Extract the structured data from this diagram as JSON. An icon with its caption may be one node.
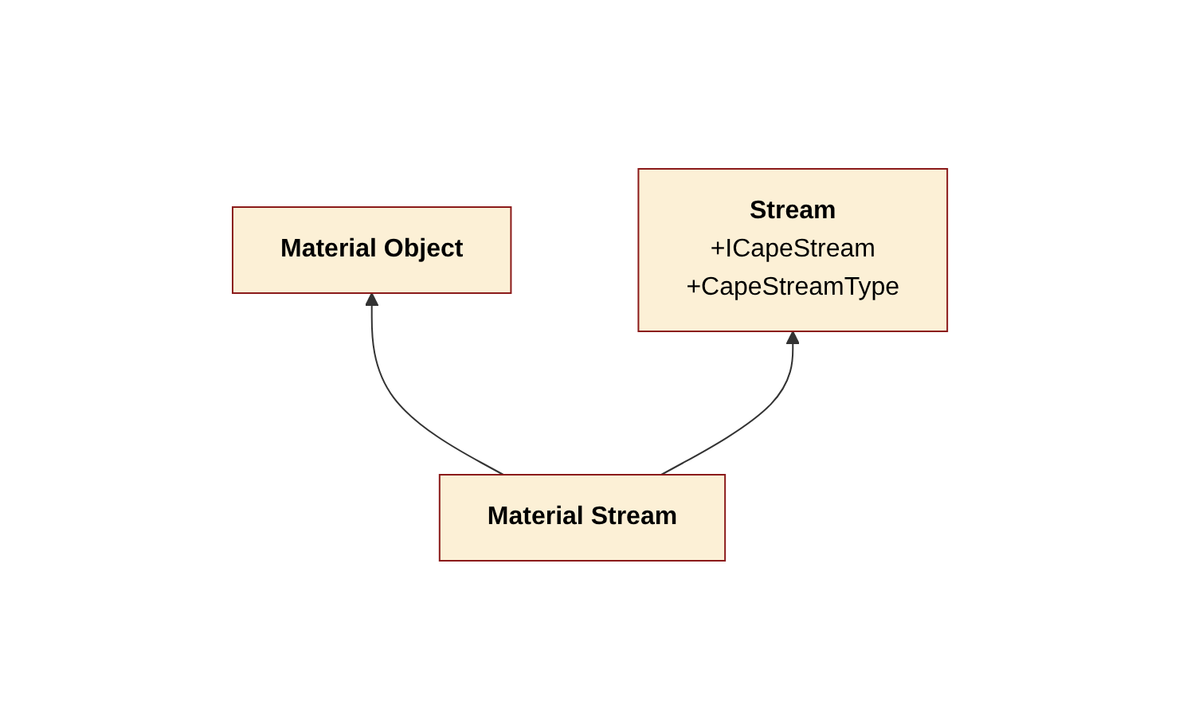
{
  "diagram": {
    "nodes": [
      {
        "text": [
          "Material Object"
        ]
      },
      {
        "text": [
          "Stream",
          "+ICapeStream",
          "+CapeStreamType"
        ]
      },
      {
        "text": [
          "Material Stream"
        ]
      }
    ],
    "edges": [
      {
        "from": 2,
        "to": 0,
        "arrow": "to"
      },
      {
        "from": 2,
        "to": 1,
        "arrow": "to"
      }
    ]
  }
}
